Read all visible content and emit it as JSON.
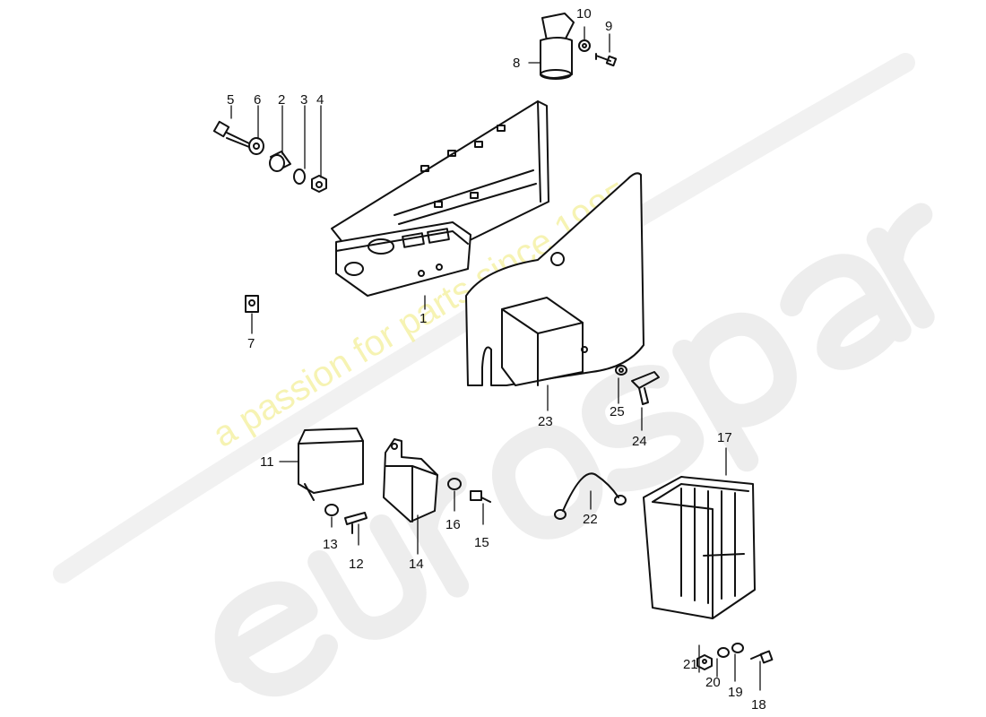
{
  "watermark": {
    "logo_text": "eurospares",
    "tagline": "a passion for parts since 1985",
    "logo_color": "#e9e9e9",
    "tagline_color": "#f3ef9a"
  },
  "diagram": {
    "line_color": "#111111",
    "callouts": [
      {
        "id": "c1",
        "label": "1"
      },
      {
        "id": "c2",
        "label": "2"
      },
      {
        "id": "c3",
        "label": "3"
      },
      {
        "id": "c4",
        "label": "4"
      },
      {
        "id": "c5",
        "label": "5"
      },
      {
        "id": "c6",
        "label": "6"
      },
      {
        "id": "c7",
        "label": "7"
      },
      {
        "id": "c8",
        "label": "8"
      },
      {
        "id": "c9",
        "label": "9"
      },
      {
        "id": "c10",
        "label": "10"
      },
      {
        "id": "c11",
        "label": "11"
      },
      {
        "id": "c12",
        "label": "12"
      },
      {
        "id": "c13",
        "label": "13"
      },
      {
        "id": "c14",
        "label": "14"
      },
      {
        "id": "c15",
        "label": "15"
      },
      {
        "id": "c16",
        "label": "16"
      },
      {
        "id": "c17",
        "label": "17"
      },
      {
        "id": "c18",
        "label": "18"
      },
      {
        "id": "c19",
        "label": "19"
      },
      {
        "id": "c20",
        "label": "20"
      },
      {
        "id": "c21",
        "label": "21"
      },
      {
        "id": "c22",
        "label": "22"
      },
      {
        "id": "c23",
        "label": "23"
      },
      {
        "id": "c24",
        "label": "24"
      },
      {
        "id": "c25",
        "label": "25"
      }
    ]
  }
}
